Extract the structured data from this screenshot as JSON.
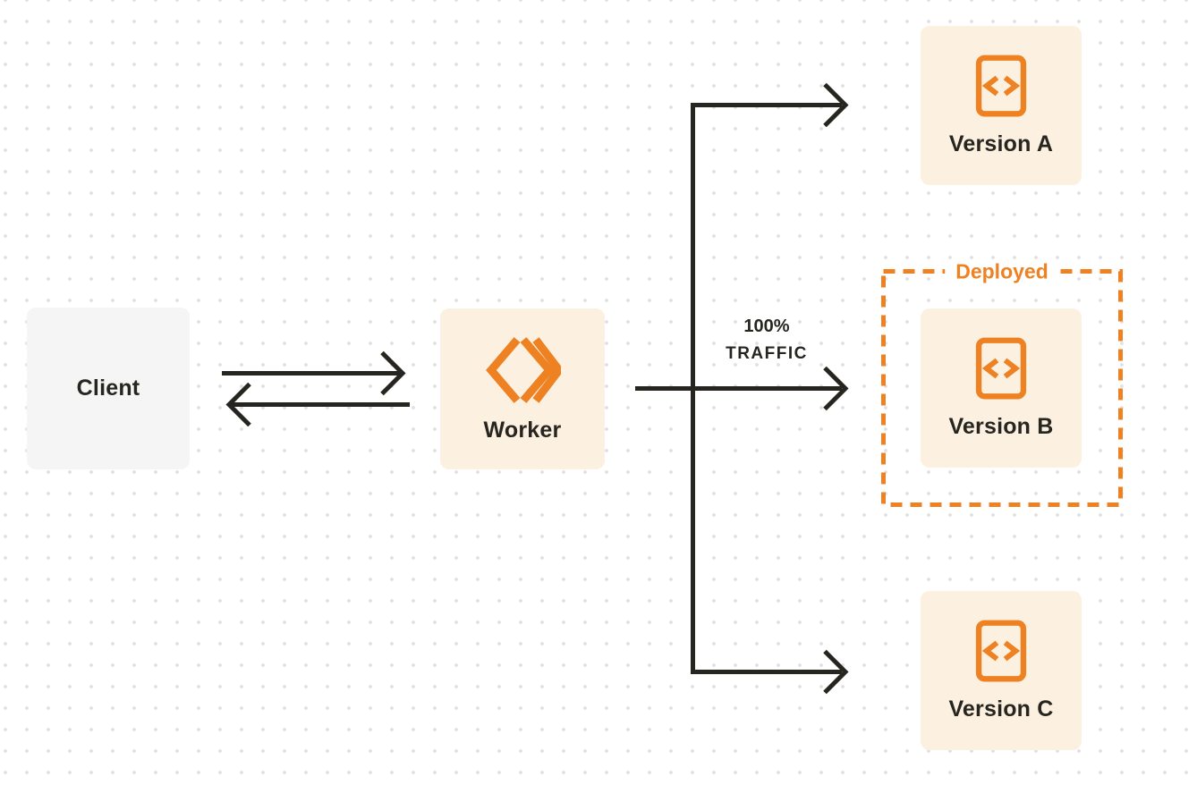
{
  "nodes": {
    "client": {
      "label": "Client"
    },
    "worker": {
      "label": "Worker"
    }
  },
  "versions": [
    {
      "label": "Version A",
      "deployed": false
    },
    {
      "label": "Version B",
      "deployed": true
    },
    {
      "label": "Version C",
      "deployed": false
    }
  ],
  "traffic": {
    "line1": "100%",
    "line2": "TRAFFIC"
  },
  "deployed": {
    "label": "Deployed"
  },
  "icons": {
    "worker": "double-chevron-diamond-icon",
    "version": "code-file-icon"
  },
  "colors": {
    "accent_orange": "#ee8121",
    "node_cream_bg": "#fcf0e0",
    "client_gray_bg": "#f5f5f6",
    "arrow_dark": "#26251f",
    "label_text": "#26251f",
    "dot_grid": "#e2e2e2",
    "background": "#ffffff"
  }
}
